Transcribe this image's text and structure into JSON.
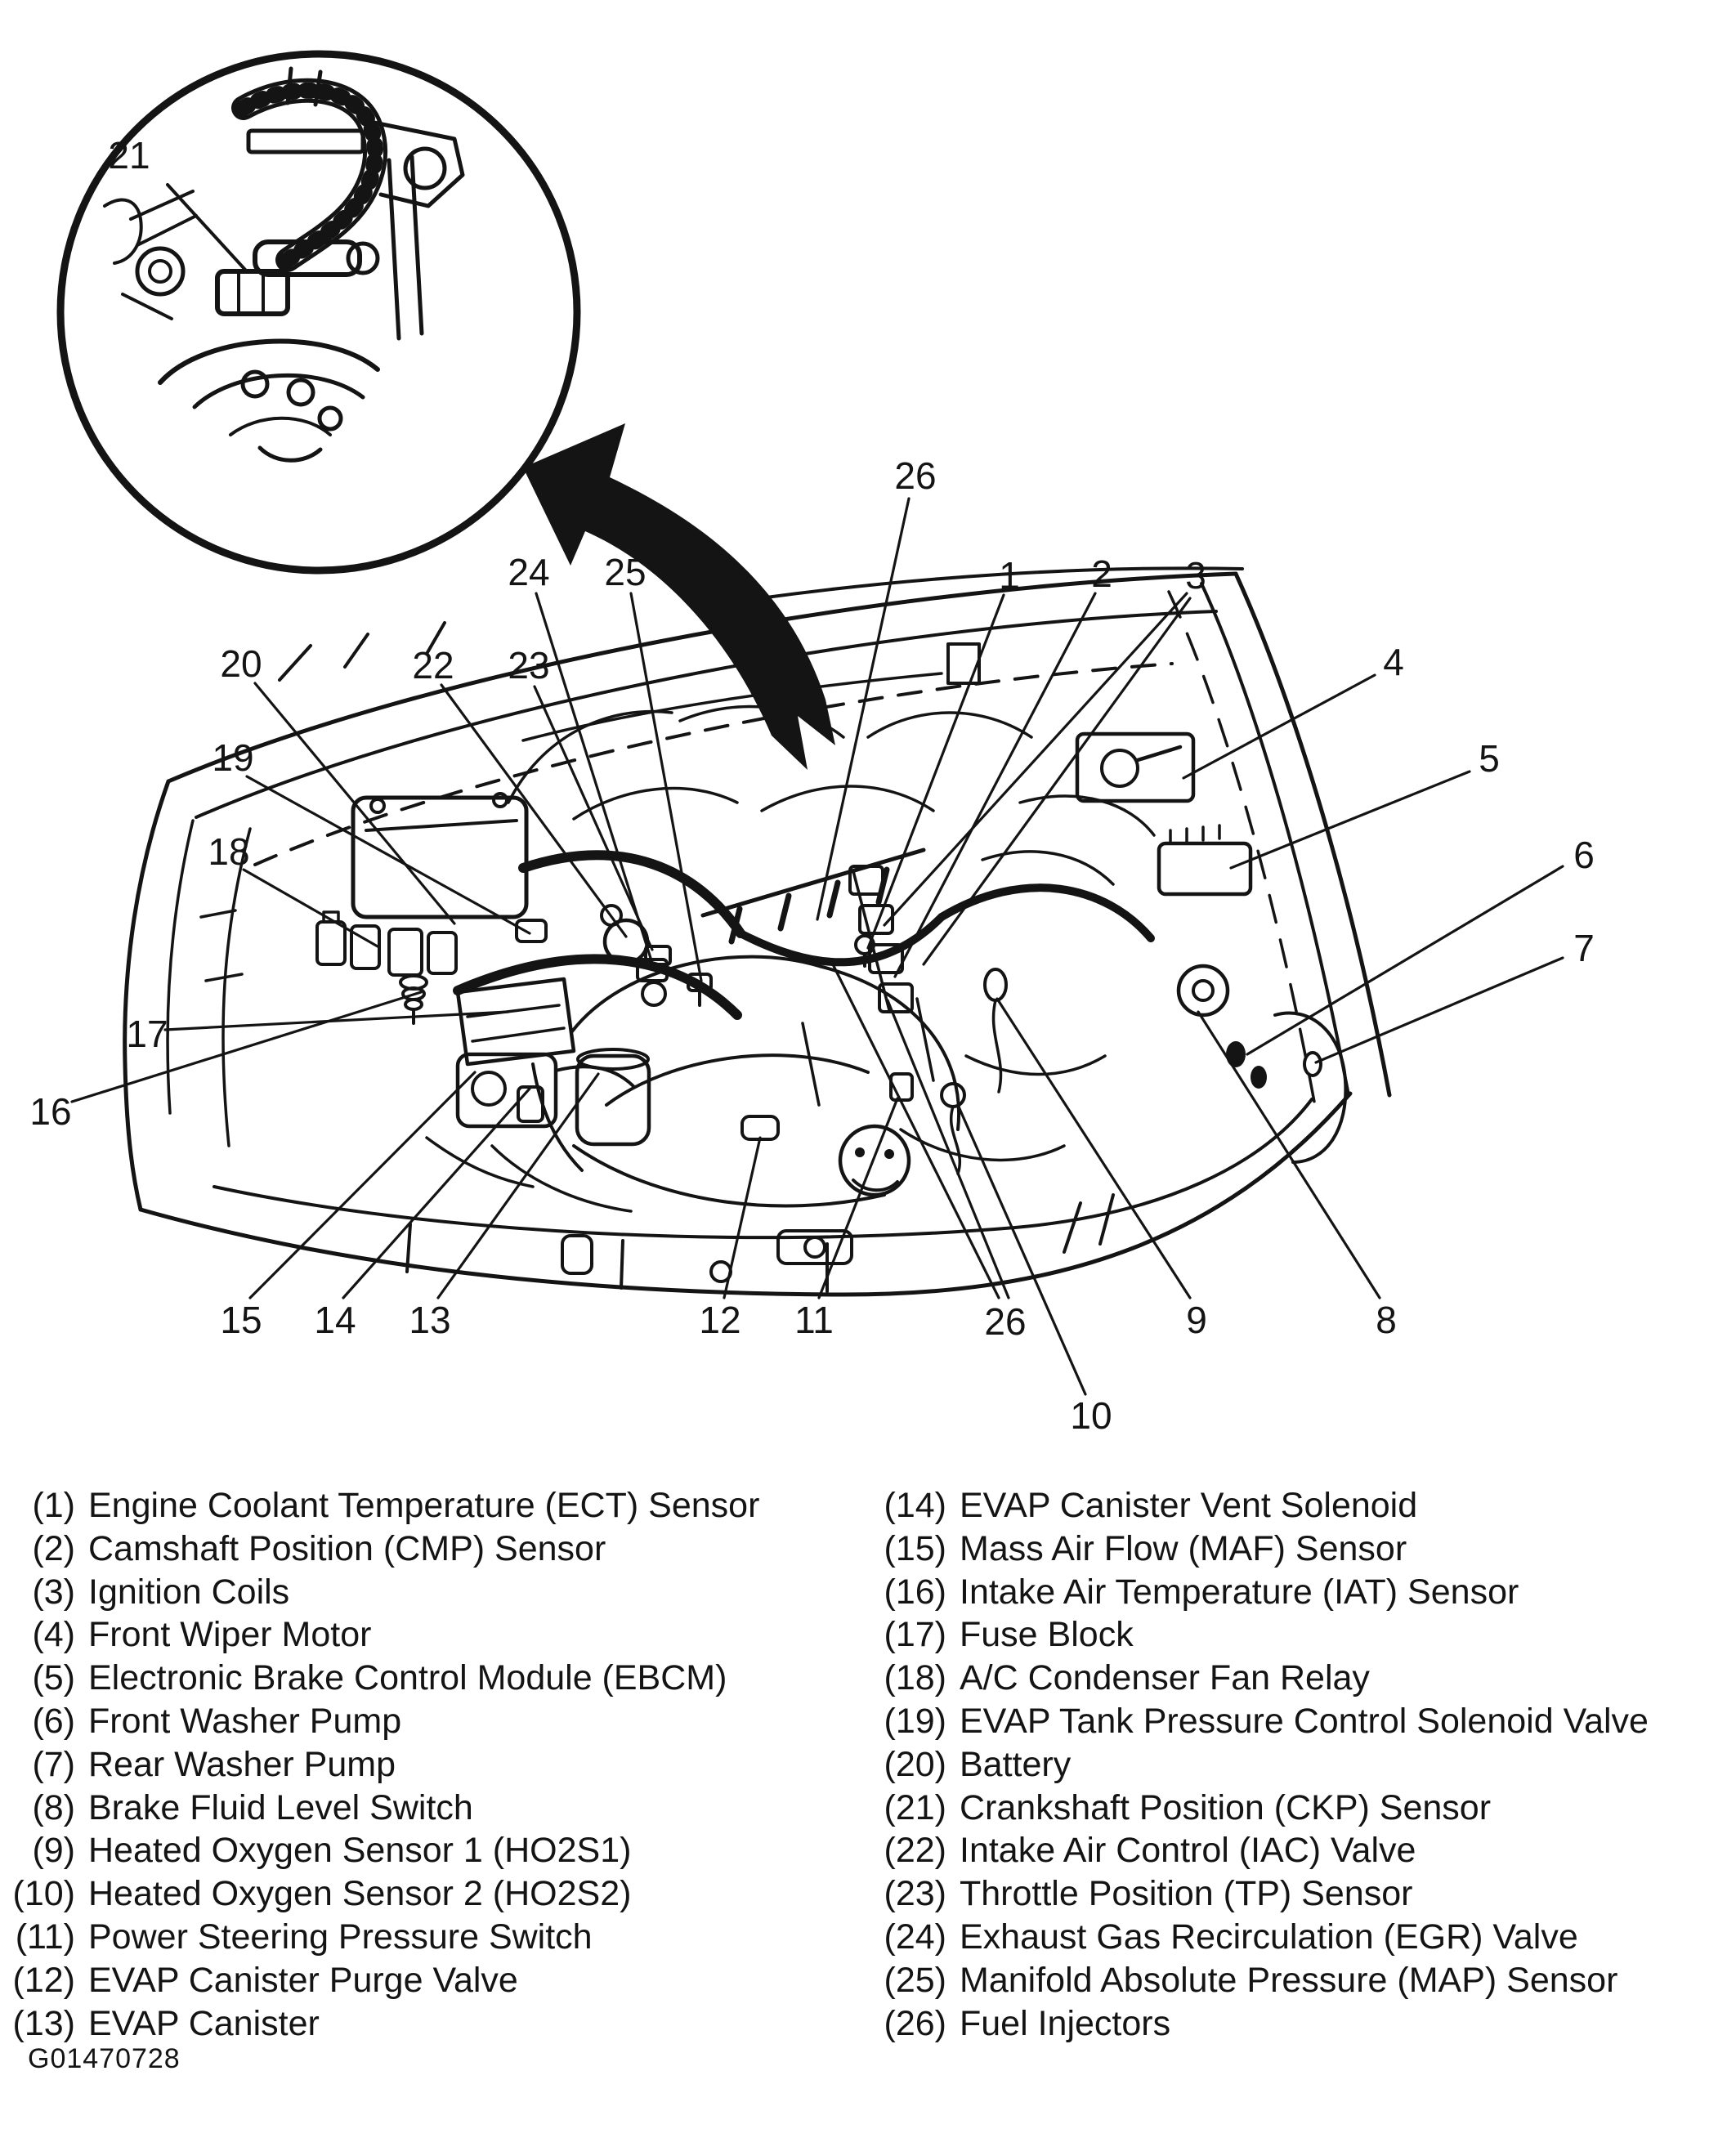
{
  "figure_id": "G01470728",
  "colors": {
    "ink": "#141414",
    "paper": "#ffffff"
  },
  "callouts": [
    {
      "id": "21",
      "text": "21"
    },
    {
      "id": "26-top",
      "text": "26"
    },
    {
      "id": "24",
      "text": "24"
    },
    {
      "id": "25",
      "text": "25"
    },
    {
      "id": "1",
      "text": "1"
    },
    {
      "id": "2",
      "text": "2"
    },
    {
      "id": "3",
      "text": "3"
    },
    {
      "id": "4",
      "text": "4"
    },
    {
      "id": "5",
      "text": "5"
    },
    {
      "id": "6",
      "text": "6"
    },
    {
      "id": "7",
      "text": "7"
    },
    {
      "id": "20",
      "text": "20"
    },
    {
      "id": "22",
      "text": "22"
    },
    {
      "id": "23",
      "text": "23"
    },
    {
      "id": "19",
      "text": "19"
    },
    {
      "id": "18",
      "text": "18"
    },
    {
      "id": "17",
      "text": "17"
    },
    {
      "id": "16",
      "text": "16"
    },
    {
      "id": "15",
      "text": "15"
    },
    {
      "id": "14",
      "text": "14"
    },
    {
      "id": "13",
      "text": "13"
    },
    {
      "id": "12",
      "text": "12"
    },
    {
      "id": "11",
      "text": "11"
    },
    {
      "id": "26-bottom",
      "text": "26"
    },
    {
      "id": "9",
      "text": "9"
    },
    {
      "id": "8",
      "text": "8"
    },
    {
      "id": "10",
      "text": "10"
    }
  ],
  "legend": {
    "left": [
      {
        "num": "(1)",
        "label": "Engine Coolant Temperature (ECT) Sensor"
      },
      {
        "num": "(2)",
        "label": "Camshaft Position (CMP) Sensor"
      },
      {
        "num": "(3)",
        "label": "Ignition Coils"
      },
      {
        "num": "(4)",
        "label": "Front Wiper Motor"
      },
      {
        "num": "(5)",
        "label": "Electronic Brake Control Module (EBCM)"
      },
      {
        "num": "(6)",
        "label": "Front Washer Pump"
      },
      {
        "num": "(7)",
        "label": "Rear Washer Pump"
      },
      {
        "num": "(8)",
        "label": "Brake Fluid Level Switch"
      },
      {
        "num": "(9)",
        "label": "Heated Oxygen Sensor 1 (HO2S1)"
      },
      {
        "num": "(10)",
        "label": "Heated Oxygen Sensor 2 (HO2S2)"
      },
      {
        "num": "(11)",
        "label": "Power Steering Pressure Switch"
      },
      {
        "num": "(12)",
        "label": "EVAP Canister Purge Valve"
      },
      {
        "num": "(13)",
        "label": "EVAP Canister"
      }
    ],
    "right": [
      {
        "num": "(14)",
        "label": "EVAP Canister Vent Solenoid"
      },
      {
        "num": "(15)",
        "label": "Mass Air Flow (MAF) Sensor"
      },
      {
        "num": "(16)",
        "label": "Intake Air Temperature (IAT) Sensor"
      },
      {
        "num": "(17)",
        "label": "Fuse Block"
      },
      {
        "num": "(18)",
        "label": "A/C Condenser Fan Relay"
      },
      {
        "num": "(19)",
        "label": "EVAP Tank Pressure Control Solenoid Valve"
      },
      {
        "num": "(20)",
        "label": "Battery"
      },
      {
        "num": "(21)",
        "label": "Crankshaft Position (CKP) Sensor"
      },
      {
        "num": "(22)",
        "label": "Intake Air Control (IAC) Valve"
      },
      {
        "num": "(23)",
        "label": "Throttle Position (TP) Sensor"
      },
      {
        "num": "(24)",
        "label": "Exhaust Gas Recirculation (EGR) Valve"
      },
      {
        "num": "(25)",
        "label": "Manifold Absolute Pressure (MAP) Sensor"
      },
      {
        "num": "(26)",
        "label": "Fuel Injectors"
      }
    ]
  }
}
